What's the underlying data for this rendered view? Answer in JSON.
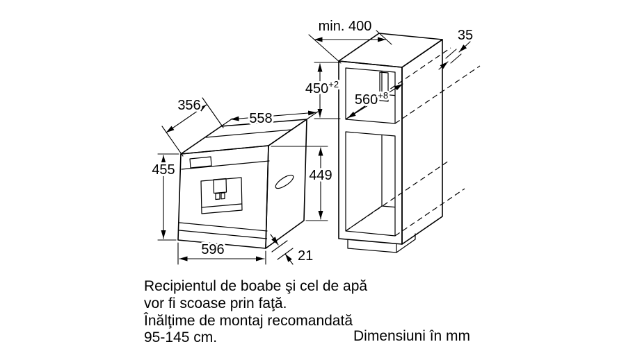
{
  "dims": {
    "appliance": {
      "top_depth": "356",
      "top_width": "558",
      "front_height": "455",
      "side_height": "449",
      "front_width": "596",
      "door_protrusion": "21"
    },
    "cabinet": {
      "min_depth": "min. 400",
      "top_clearance": "35",
      "niche_height": {
        "value": "450",
        "tolerance": "+2"
      },
      "niche_depth": {
        "value": "560",
        "tolerance": "+8"
      }
    }
  },
  "notes": {
    "line1": "Recipientul de boabe şi cel de apă",
    "line2": "vor fi scoase prin faţă.",
    "line3": "Înălţime de montaj recomandată",
    "line4": "95-145 cm.",
    "units": "Dimensiuni în mm"
  },
  "colors": {
    "line": "#000000",
    "background": "#ffffff"
  }
}
